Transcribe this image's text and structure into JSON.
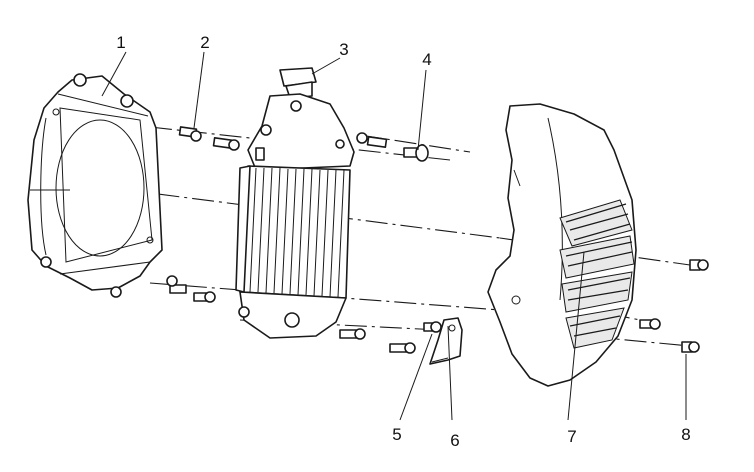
{
  "callouts": [
    {
      "label": "1"
    },
    {
      "label": "2"
    },
    {
      "label": "3"
    },
    {
      "label": "4"
    },
    {
      "label": "5"
    },
    {
      "label": "6"
    },
    {
      "label": "7"
    },
    {
      "label": "8"
    }
  ],
  "colors": {
    "line": "#1a1a1a",
    "background": "#ffffff"
  }
}
